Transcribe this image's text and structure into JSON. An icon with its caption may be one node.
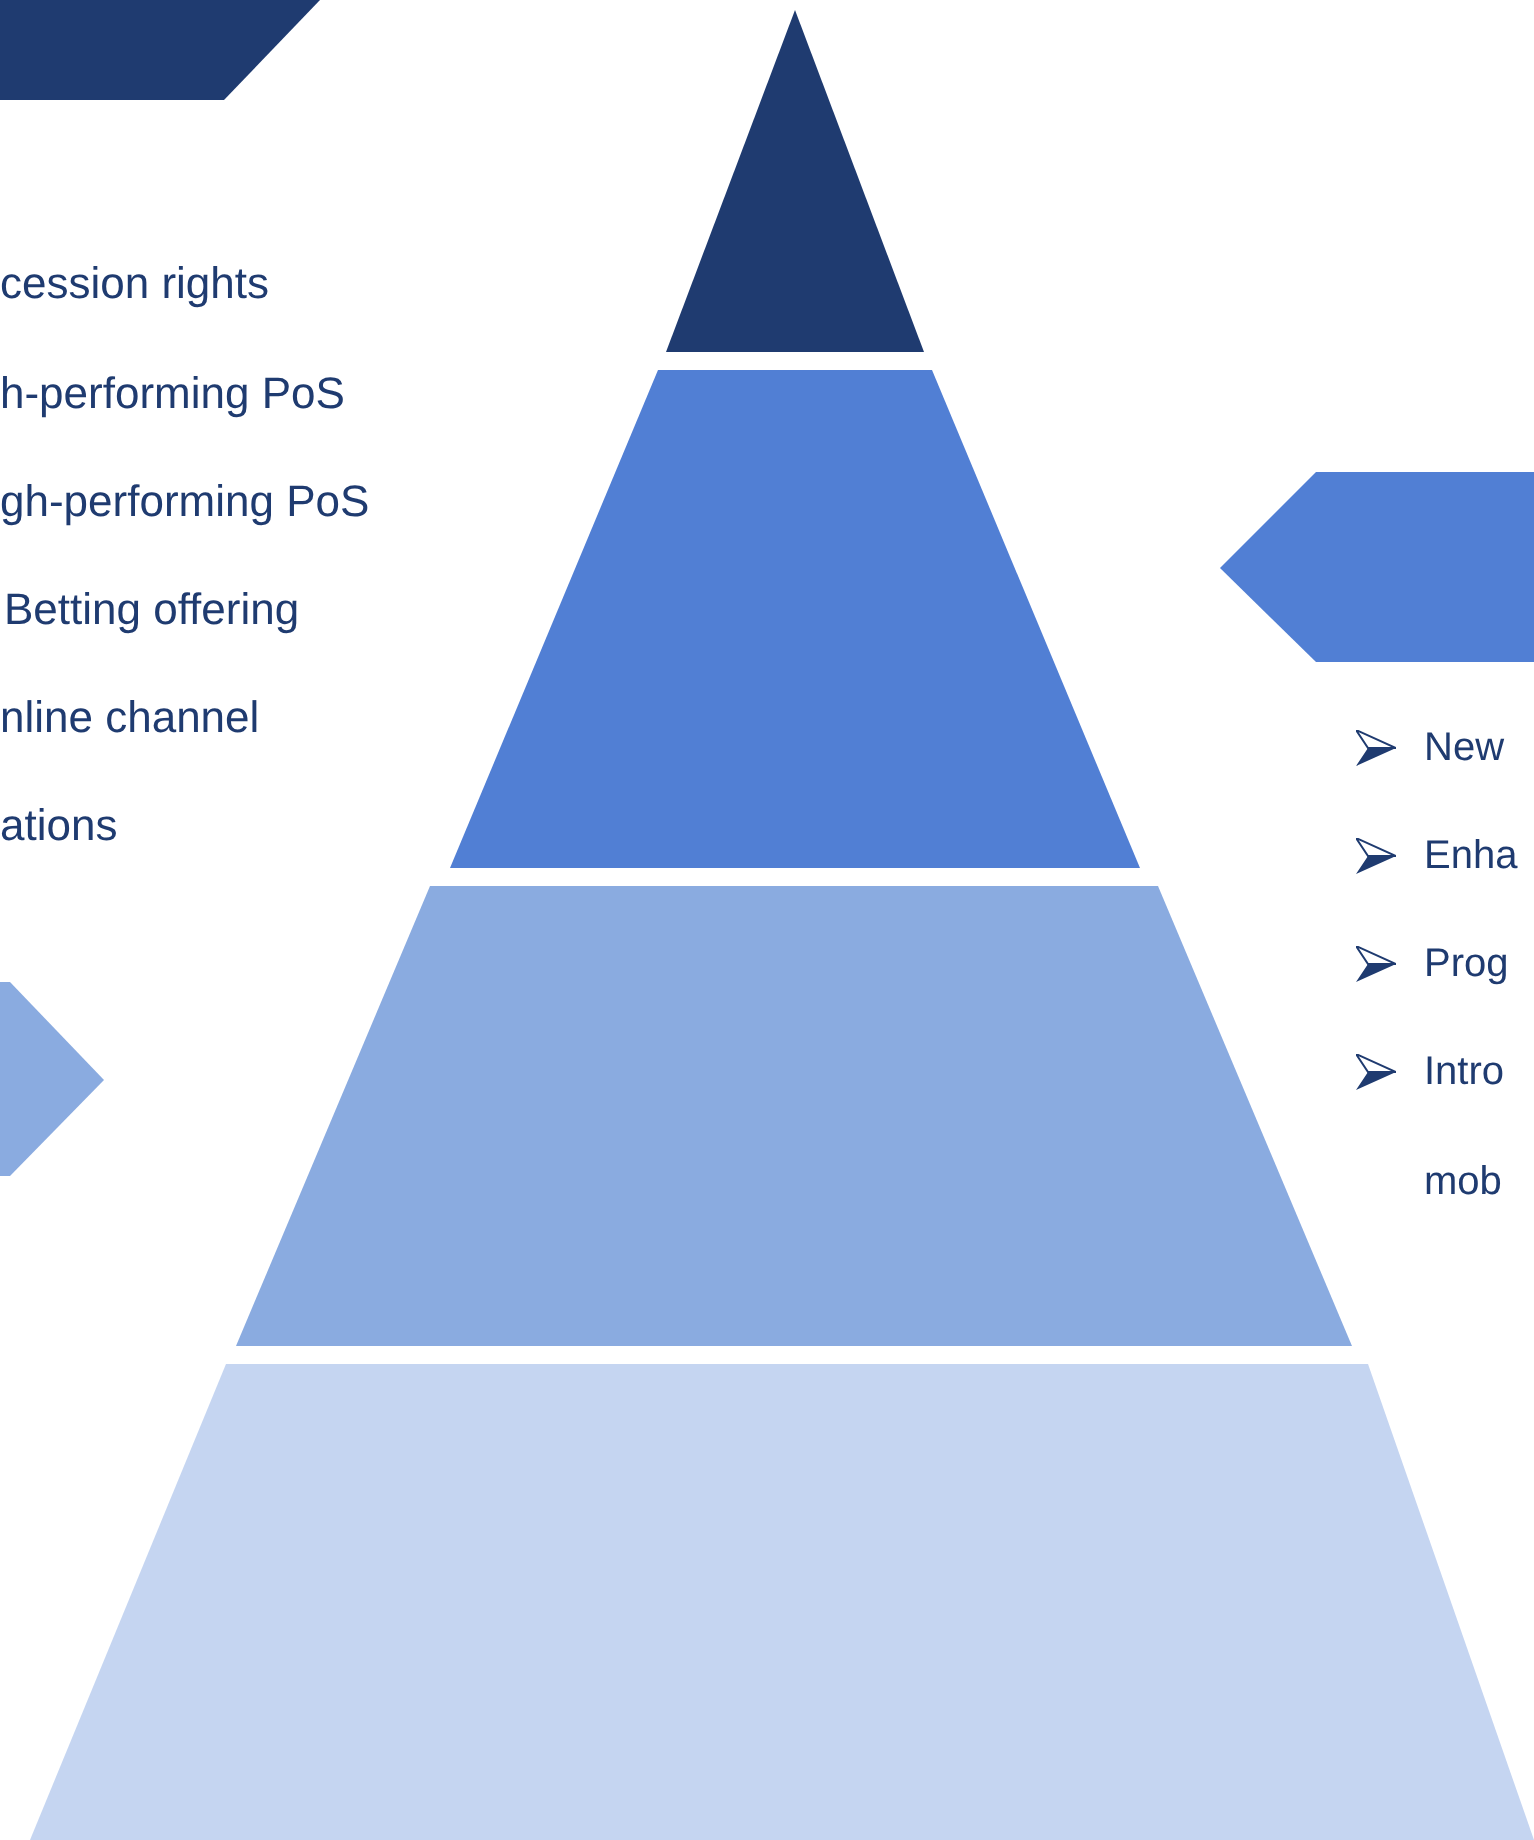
{
  "diagram": {
    "nodes": [
      {
        "text": [],
        "shape": "arrow"
      },
      {
        "text": [],
        "shape": "triangle"
      },
      {
        "text": [],
        "shape": "trapezoid"
      },
      {
        "text": [],
        "shape": "arrow"
      },
      {
        "text": [],
        "shape": "arrow"
      },
      {
        "text": [],
        "shape": "trapezoid"
      },
      {
        "text": [],
        "shape": "trapezoid"
      }
    ],
    "labels": [
      "cession rights",
      "h-performing PoS",
      "gh-performing PoS",
      "Betting offering",
      "nline channel",
      "ations",
      "New",
      "Enha",
      "Prog",
      "Intro",
      "mob"
    ]
  }
}
